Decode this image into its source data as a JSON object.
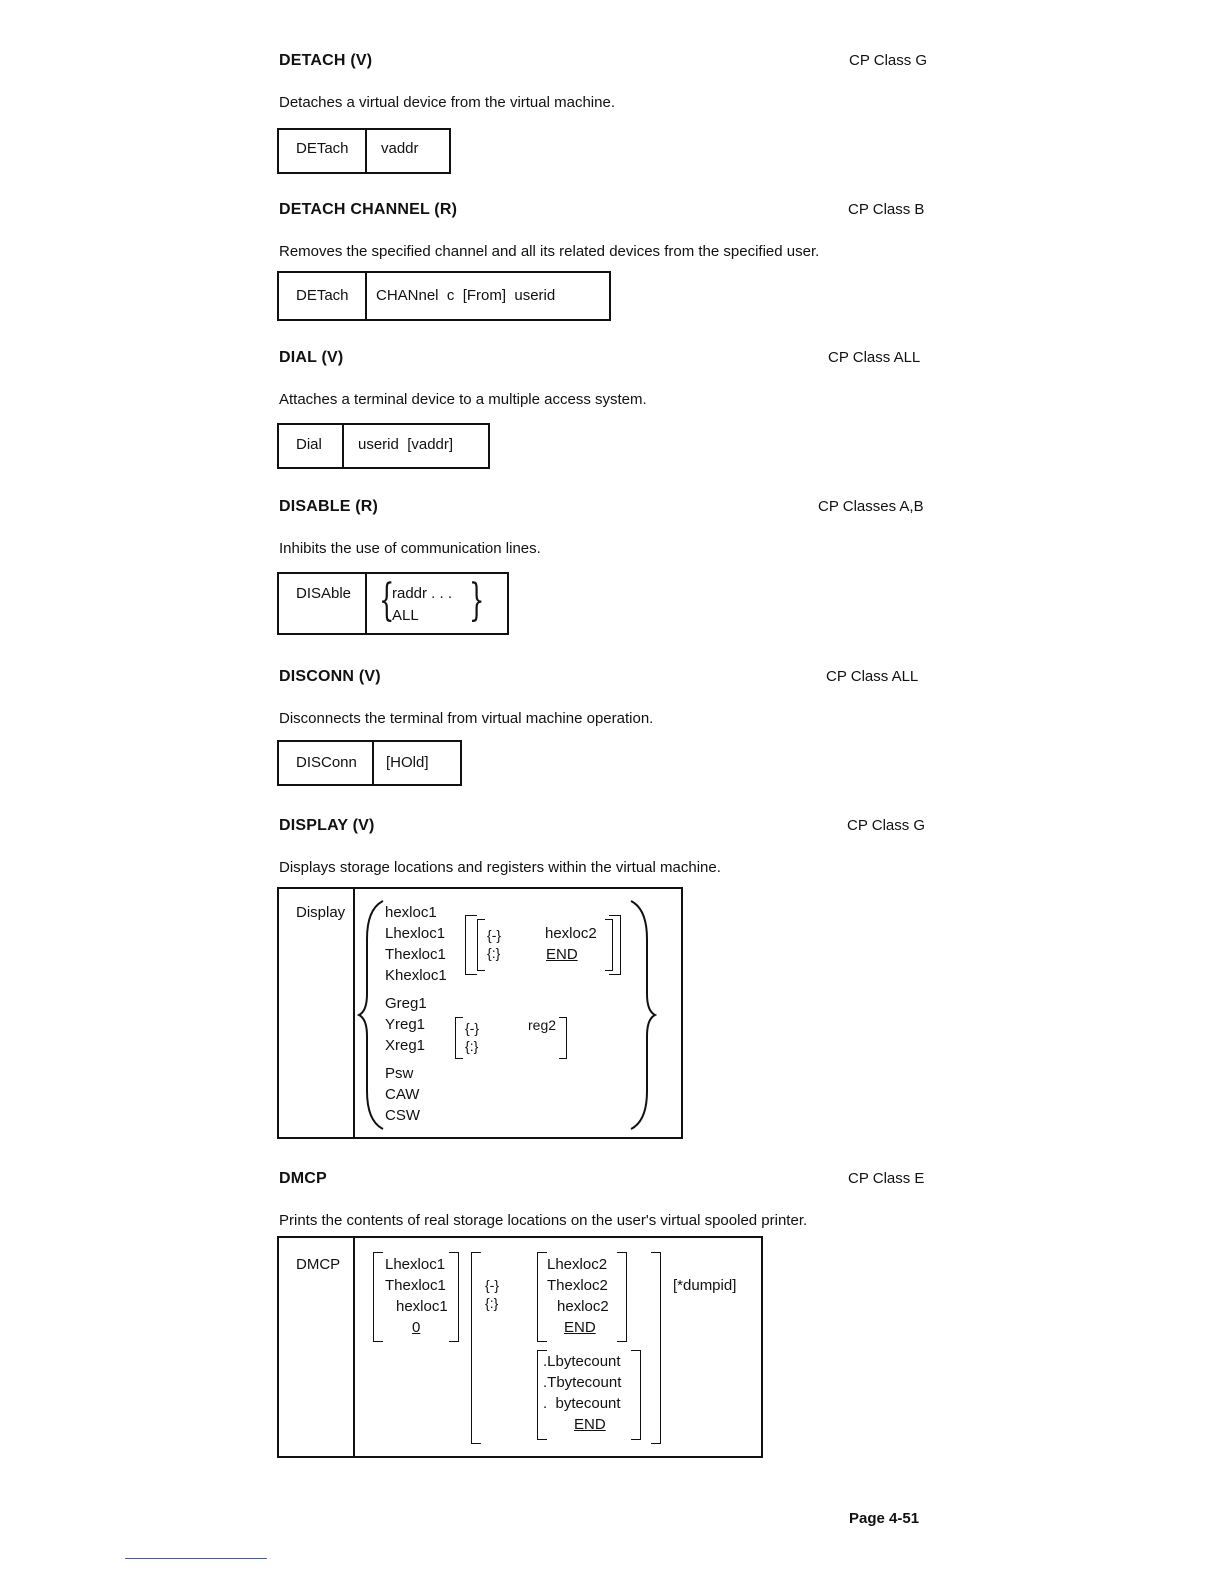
{
  "sections": [
    {
      "title": "DETACH (V)",
      "class": "CP Class G",
      "description": "Detaches a virtual device from the virtual machine.",
      "syntax": {
        "command": "DETach",
        "operands": "vaddr"
      }
    },
    {
      "title": "DETACH CHANNEL (R)",
      "class": "CP Class B",
      "description": "Removes the specified channel and all its related devices from the specified user.",
      "syntax": {
        "command": "DETach",
        "operands": "CHANnel  c  [From]  userid"
      }
    },
    {
      "title": "DIAL (V)",
      "class": "CP Class ALL",
      "description": "Attaches a terminal device to a multiple access system.",
      "syntax": {
        "command": "Dial",
        "operands": "userid  [vaddr]"
      }
    },
    {
      "title": "DISABLE (R)",
      "class": "CP Classes A,B",
      "description": "Inhibits the use of communication lines.",
      "syntax": {
        "command": "DISAble",
        "operand1": "raddr . . .",
        "operand2": "ALL"
      }
    },
    {
      "title": "DISCONN (V)",
      "class": "CP Class ALL",
      "description": "Disconnects the terminal from virtual machine operation.",
      "syntax": {
        "command": "DISConn",
        "operands": "[HOld]"
      }
    },
    {
      "title": "DISPLAY (V)",
      "class": "CP Class G",
      "description": "Displays storage locations and registers within the virtual machine.",
      "syntax": {
        "command": "Display",
        "locs": [
          "hexloc1",
          "Lhexloc1",
          "Thexloc1",
          "Khexloc1"
        ],
        "regs": [
          "Greg1",
          "Yreg1",
          "Xreg1"
        ],
        "misc": [
          "Psw",
          "CAW",
          "CSW"
        ],
        "sep1": "-",
        "sep2": ":",
        "end1": "hexloc2",
        "end2": "END",
        "reg_end": "reg2"
      }
    },
    {
      "title": "DMCP",
      "class": "CP Class E",
      "description": "Prints the contents of real storage locations on the user's virtual spooled printer.",
      "syntax": {
        "command": "DMCP",
        "start": [
          "Lhexloc1",
          "Thexloc1",
          "hexloc1",
          "0"
        ],
        "sep1": "-",
        "sep2": ":",
        "end": [
          "Lhexloc2",
          "Thexloc2",
          "hexloc2",
          "END"
        ],
        "count": [
          ".Lbytecount",
          ".Tbytecount",
          ".  bytecount",
          "END"
        ],
        "dumpid": "[*dumpid]"
      }
    }
  ],
  "page_number": "Page 4-51"
}
